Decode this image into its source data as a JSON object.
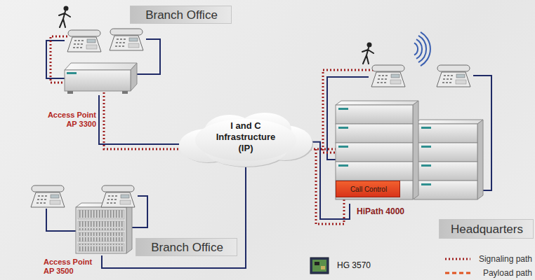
{
  "diagram": {
    "nodes": [
      {
        "text": [
          "Branch Office"
        ]
      },
      {
        "text": [
          "Access Point AP 3300"
        ]
      },
      {
        "text": [
          "I and C Infrastructure (IP)"
        ]
      },
      {
        "text": [
          "HiPath 4000"
        ]
      },
      {
        "text": [
          "Call Control"
        ],
        "in": 3
      },
      {
        "text": [
          "Headquarters"
        ]
      },
      {
        "text": [
          "Access Point AP 3500"
        ]
      },
      {
        "text": [
          "Branch Office"
        ]
      },
      {
        "text": [
          "HG 3570"
        ]
      }
    ],
    "edges": [
      {
        "from": 1,
        "to": 2,
        "arrow": "none"
      },
      {
        "from": 2,
        "to": 3,
        "arrow": "none"
      },
      {
        "from": 6,
        "to": 2,
        "arrow": "none"
      }
    ],
    "legend": [
      {
        "text": "Signaling path"
      },
      {
        "text": "Payload path"
      }
    ]
  }
}
